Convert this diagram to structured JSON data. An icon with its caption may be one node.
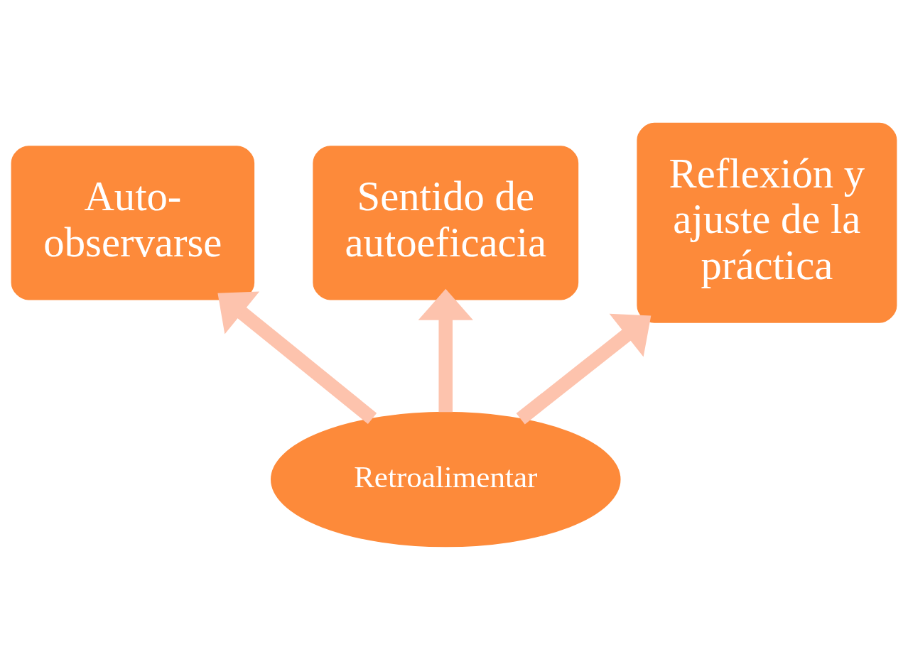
{
  "diagram": {
    "nodes": [
      {
        "text": [
          "Sentido de autoeficacia"
        ]
      },
      {
        "text": [
          "Auto- observarse"
        ]
      },
      {
        "text": [
          "Reflexión y ajuste de la práctica"
        ]
      },
      {
        "text": [
          "Retroalimentar"
        ]
      }
    ],
    "edges": [
      {
        "from": 3,
        "to": 0,
        "arrow": "to"
      },
      {
        "from": 3,
        "to": 1,
        "arrow": "to"
      },
      {
        "from": 3,
        "to": 2,
        "arrow": "to"
      }
    ]
  }
}
